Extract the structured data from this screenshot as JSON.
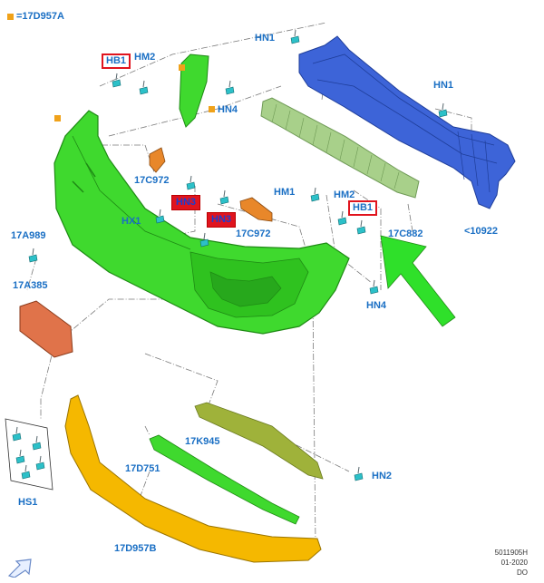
{
  "legend": {
    "label": "=17D957A",
    "color": "#f0a21a"
  },
  "labels": {
    "hn1_top": "HN1",
    "hb1_left": "HB1",
    "hm2_left": "HM2",
    "hn4_upper": "HN4",
    "hn1_right": "HN1",
    "c972_left": "17C972",
    "hn3_a": "HN3",
    "hn3_b": "HN3",
    "hm1": "HM1",
    "hm2_right": "HM2",
    "hb1_right": "HB1",
    "hx1": "HX1",
    "c972_right": "17C972",
    "c882": "17C882",
    "r10922": "<10922",
    "a989": "17A989",
    "a385": "17A385",
    "hn4_lower": "HN4",
    "k945": "17K945",
    "d751": "17D751",
    "hn2": "HN2",
    "hs1": "HS1",
    "d957b": "17D957B"
  },
  "reference": {
    "line1": "5011905H",
    "line2": "01-2020",
    "line3": "DO"
  },
  "colors": {
    "bumper_cover": "#3fd92e",
    "bumper_cover_dark": "#27a81c",
    "reinforcement": "#3d64d8",
    "absorber": "#a8d08a",
    "valance": "#f5b800",
    "plate_bracket": "#e0734a",
    "bracket": "#e8872a",
    "fastener": "#2cc0c8",
    "highlight": "#e0141e",
    "arrow": "#2fe02a"
  }
}
